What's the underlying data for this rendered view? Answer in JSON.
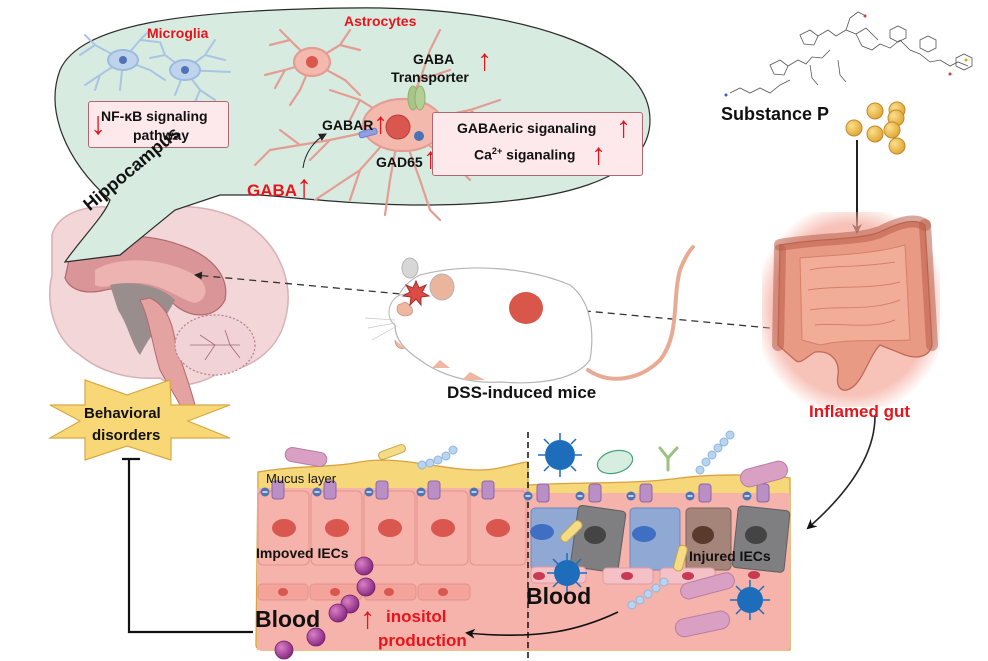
{
  "figure": {
    "type": "graphical-abstract",
    "colors": {
      "bubble_fill": "#d8ebe1",
      "highlight_red": "#e8141b",
      "astrocyte": "#eba196",
      "microglia": "#a9c5e3",
      "gut": "#d9826c",
      "cell_pink": "#f6b3ab",
      "mucus": "#f6d77a",
      "star_fill": "#f8d776"
    }
  },
  "hippocampus_bubble": {
    "region_label": "Hippocampus",
    "microglia": {
      "title": "Microglia",
      "effect_box": {
        "line1": "NF-κB signaling",
        "line2": "pathway",
        "direction": "down"
      }
    },
    "astrocytes": {
      "title": "Astrocytes",
      "gaba_transporter": {
        "line1": "GABA",
        "line2": "Transporter",
        "direction": "up"
      },
      "gabar": {
        "label": "GABAR",
        "direction": "up"
      },
      "gad65": {
        "label": "GAD65",
        "direction": "up"
      },
      "signaling_box": {
        "gabaergic": {
          "label": "GABAeric siganaling",
          "direction": "up"
        },
        "calcium": {
          "prefix": "Ca",
          "superscript": "2+",
          "suffix": " siganaling",
          "direction": "up"
        }
      }
    },
    "gaba": {
      "label": "GABA",
      "direction": "up"
    }
  },
  "substance_p": {
    "label": "Substance P"
  },
  "mouse": {
    "label": "DSS-induced mice"
  },
  "gut": {
    "label": "Inflamed gut"
  },
  "behavior": {
    "line1": "Behavioral",
    "line2": "disorders"
  },
  "intestine_panel": {
    "left": {
      "mucus_label": "Mucus layer",
      "cells_label": "Impoved IECs",
      "blood_label": "Blood",
      "inositol": {
        "line1": "inositol",
        "line2": "production",
        "direction": "up"
      }
    },
    "right": {
      "cells_label": "Injured IECs",
      "blood_label": "Blood"
    }
  },
  "icons": {
    "down_arrow": "↓",
    "up_arrow": "↑",
    "minus_channel": "−"
  }
}
